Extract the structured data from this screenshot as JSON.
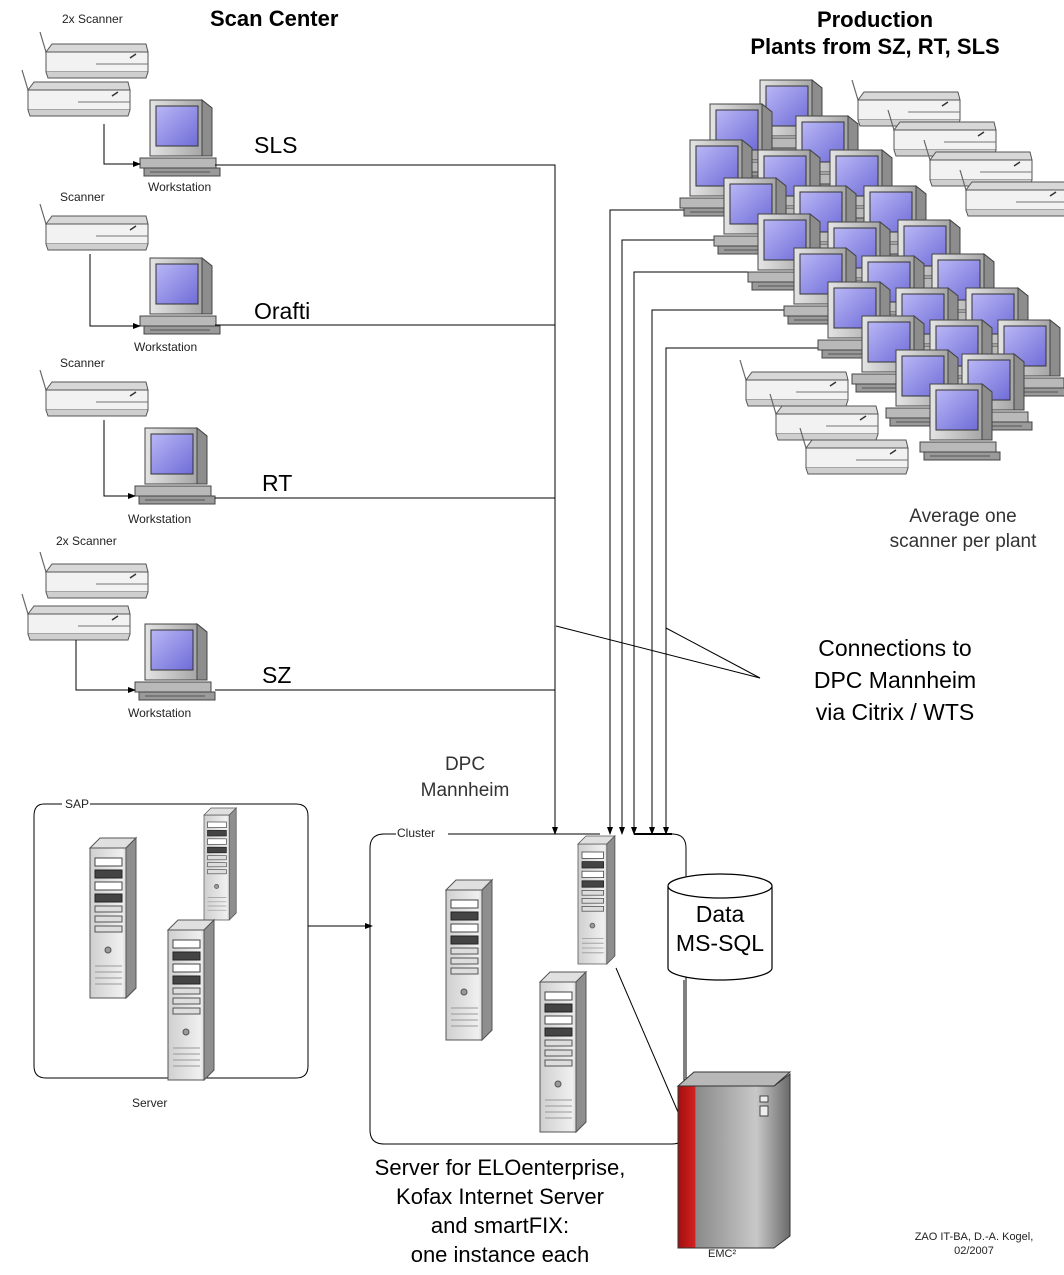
{
  "scan_center": {
    "title": "Scan Center",
    "sites": [
      {
        "name": "SLS",
        "scanner_label": "2x Scanner",
        "workstation_label": "Workstation"
      },
      {
        "name": "Orafti",
        "scanner_label": "Scanner",
        "workstation_label": "Workstation"
      },
      {
        "name": "RT",
        "scanner_label": "Scanner",
        "workstation_label": "Workstation"
      },
      {
        "name": "SZ",
        "scanner_label": "2x Scanner",
        "workstation_label": "Workstation"
      }
    ]
  },
  "production": {
    "title_line1": "Production",
    "title_line2": "Plants from SZ, RT, SLS",
    "note_line1": "Average one",
    "note_line2": "scanner per plant"
  },
  "connections": {
    "line1": "Connections to",
    "line2": "DPC Mannheim",
    "line3": "via Citrix / WTS"
  },
  "dpc": {
    "line1": "DPC",
    "line2": "Mannheim"
  },
  "sap": {
    "group_label": "SAP",
    "server_label": "Server"
  },
  "cluster": {
    "group_label": "Cluster",
    "desc_line1": "Server for ELOenterprise,",
    "desc_line2": "Kofax Internet Server",
    "desc_line3": "and smartFIX:",
    "desc_line4": "one instance each"
  },
  "database": {
    "line1": "Data",
    "line2": "MS-SQL"
  },
  "storage": {
    "label": "EMC²"
  },
  "footer": {
    "line1": "ZAO IT-BA, D.-A. Kogel,",
    "line2": "02/2007"
  }
}
